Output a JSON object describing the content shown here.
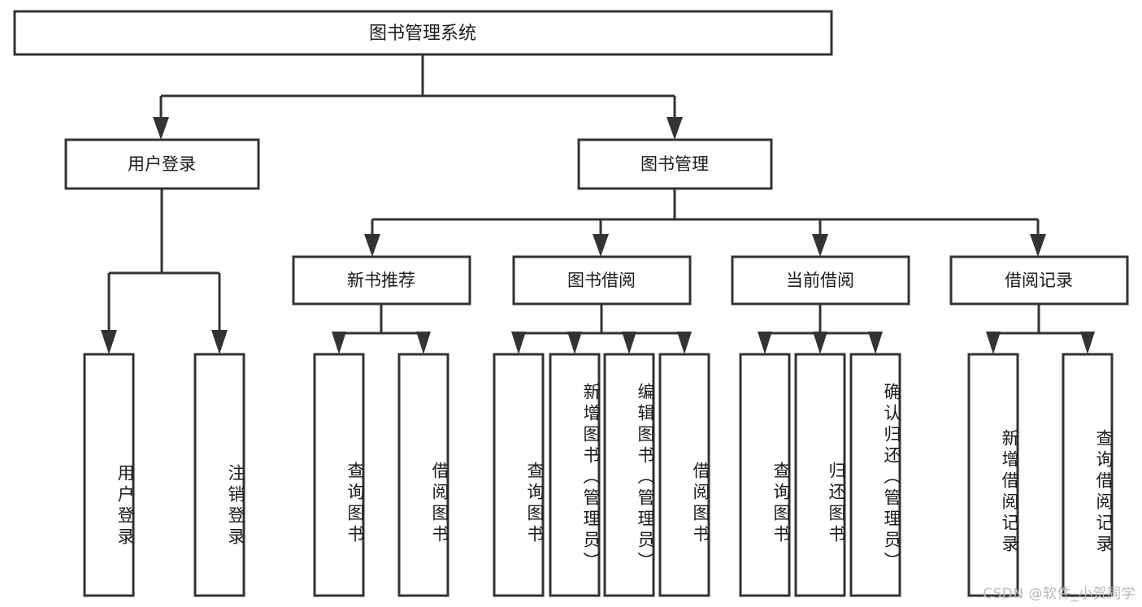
{
  "diagram": {
    "title": "图书管理系统",
    "type": "tree-hierarchy-diagram",
    "colors": {
      "stroke": "#333333",
      "box_fill": "#ffffff",
      "text": "#1a1a1a",
      "background": "#ffffff",
      "watermark": "#b9b9b9"
    },
    "root": {
      "label": "图书管理系统"
    },
    "level2": [
      {
        "label": "用户登录"
      },
      {
        "label": "图书管理"
      }
    ],
    "level3": [
      {
        "label": "新书推荐"
      },
      {
        "label": "图书借阅"
      },
      {
        "label": "当前借阅"
      },
      {
        "label": "借阅记录"
      }
    ],
    "leaves": {
      "user_login": [
        {
          "label": "用户登录"
        },
        {
          "label": "注销登录"
        }
      ],
      "new_book_recommend": [
        {
          "label": "查询图书"
        },
        {
          "label": "借阅图书"
        }
      ],
      "book_borrow": [
        {
          "label": "查询图书"
        },
        {
          "label": "新增图书（管理员）"
        },
        {
          "label": "编辑图书（管理员）"
        },
        {
          "label": "借阅图书"
        }
      ],
      "current_borrow": [
        {
          "label": "查询图书"
        },
        {
          "label": "归还图书"
        },
        {
          "label": "确认归还（管理员）"
        }
      ],
      "borrow_record": [
        {
          "label": "新增借阅记录"
        },
        {
          "label": "查询借阅记录"
        }
      ]
    },
    "watermark": "CSDN @软件_小贺同学"
  }
}
